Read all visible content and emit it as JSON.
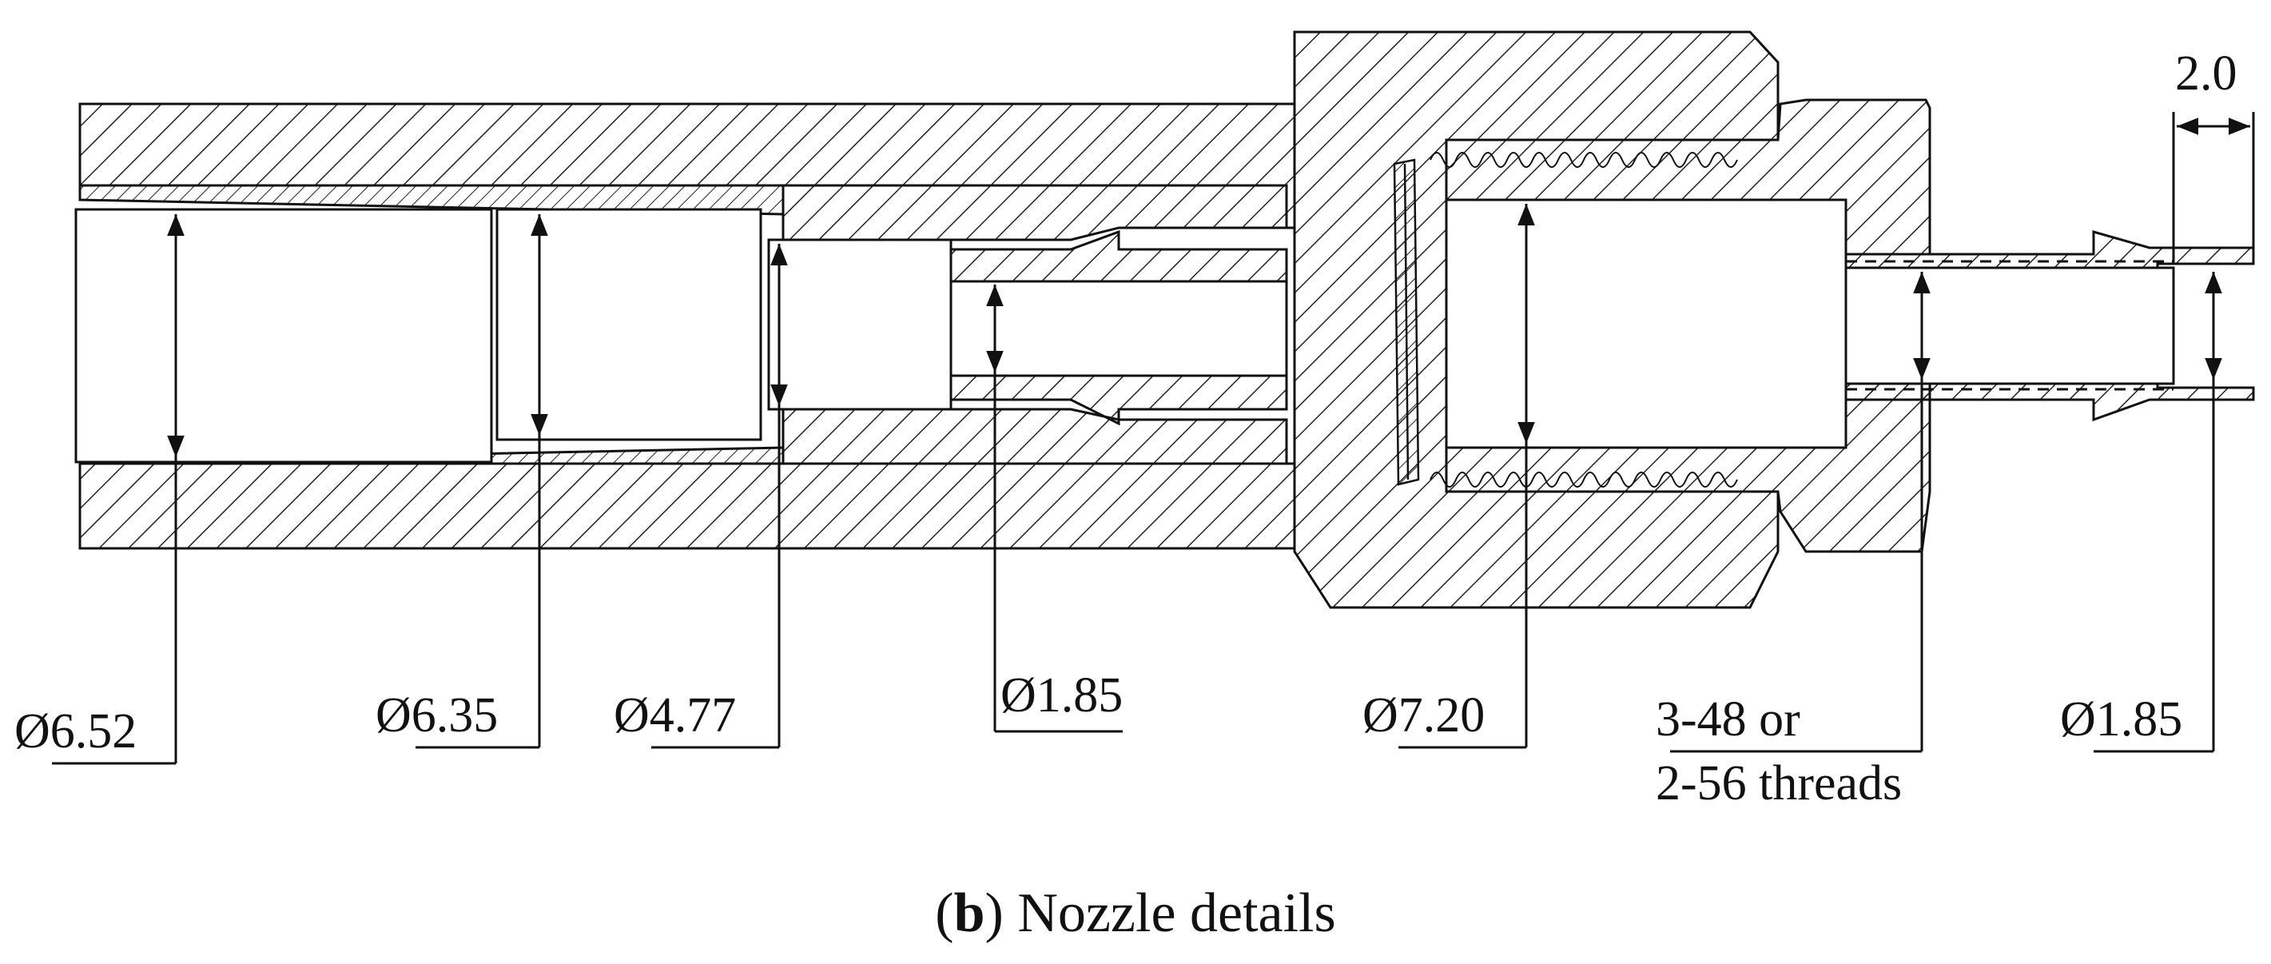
{
  "dimensions": {
    "d_inlet": "Ø6.52",
    "d_tube_outer": "Ø6.35",
    "d_tube_inner": "Ø4.77",
    "d_bore": "Ø1.85",
    "d_fitting": "Ø7.20",
    "threads_line1": "3-48 or",
    "threads_line2": "2-56 threads",
    "d_outlet": "Ø1.85",
    "tip_length": "2.0"
  },
  "caption": {
    "open_paren": "(",
    "letter": "b",
    "close_paren": ")",
    "text": " Nozzle details"
  }
}
